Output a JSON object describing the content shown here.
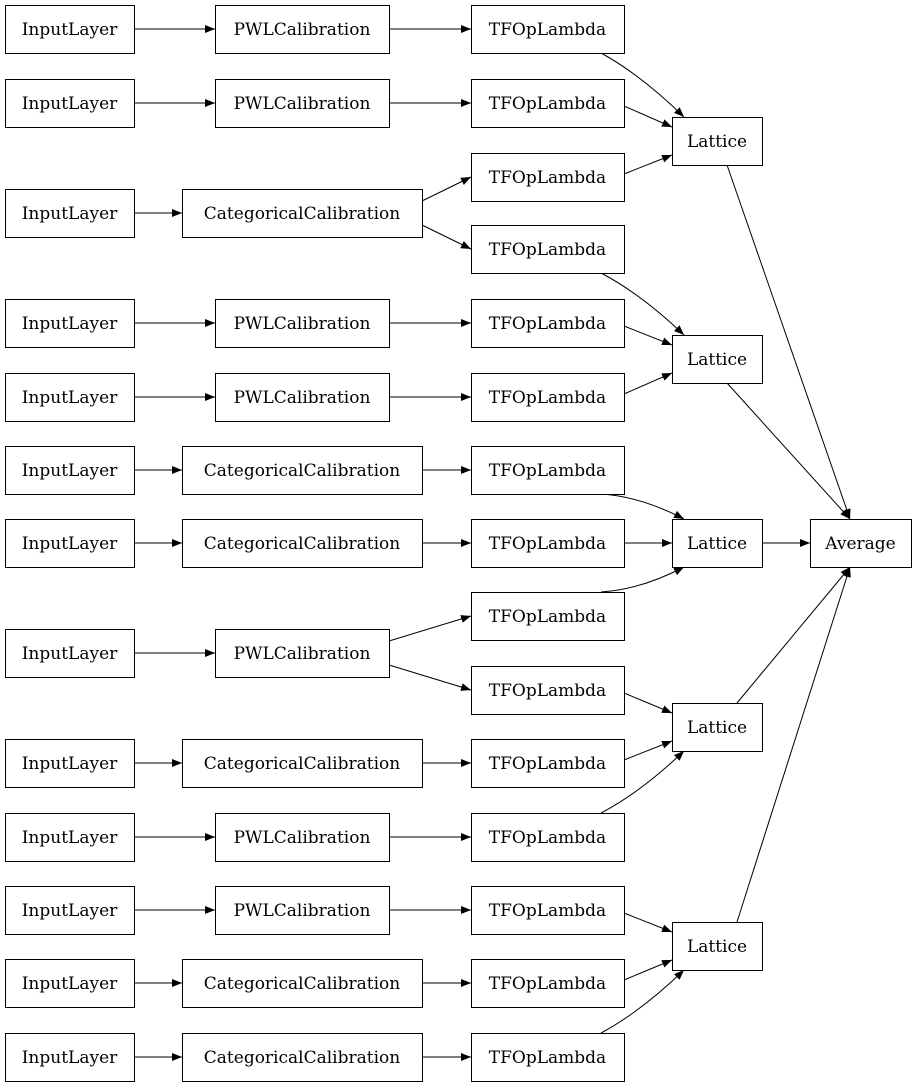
{
  "diagram": {
    "nodes": [
      {
        "id": "in1",
        "label": "InputLayer"
      },
      {
        "id": "cal1",
        "label": "PWLCalibration"
      },
      {
        "id": "tf1",
        "label": "TFOpLambda"
      },
      {
        "id": "in2",
        "label": "InputLayer"
      },
      {
        "id": "cal2",
        "label": "PWLCalibration"
      },
      {
        "id": "tf2",
        "label": "TFOpLambda"
      },
      {
        "id": "tf3",
        "label": "TFOpLambda"
      },
      {
        "id": "in3",
        "label": "InputLayer"
      },
      {
        "id": "cal3",
        "label": "CategoricalCalibration"
      },
      {
        "id": "tf4",
        "label": "TFOpLambda"
      },
      {
        "id": "in4",
        "label": "InputLayer"
      },
      {
        "id": "cal4",
        "label": "PWLCalibration"
      },
      {
        "id": "tf5",
        "label": "TFOpLambda"
      },
      {
        "id": "in5",
        "label": "InputLayer"
      },
      {
        "id": "cal5",
        "label": "PWLCalibration"
      },
      {
        "id": "tf6",
        "label": "TFOpLambda"
      },
      {
        "id": "in6",
        "label": "InputLayer"
      },
      {
        "id": "cal6",
        "label": "CategoricalCalibration"
      },
      {
        "id": "tf7",
        "label": "TFOpLambda"
      },
      {
        "id": "in7",
        "label": "InputLayer"
      },
      {
        "id": "cal7",
        "label": "CategoricalCalibration"
      },
      {
        "id": "tf8",
        "label": "TFOpLambda"
      },
      {
        "id": "tf9",
        "label": "TFOpLambda"
      },
      {
        "id": "in8",
        "label": "InputLayer"
      },
      {
        "id": "cal8",
        "label": "PWLCalibration"
      },
      {
        "id": "tf10",
        "label": "TFOpLambda"
      },
      {
        "id": "in9",
        "label": "InputLayer"
      },
      {
        "id": "cal9",
        "label": "CategoricalCalibration"
      },
      {
        "id": "tf11",
        "label": "TFOpLambda"
      },
      {
        "id": "in10",
        "label": "InputLayer"
      },
      {
        "id": "cal10",
        "label": "PWLCalibration"
      },
      {
        "id": "tf12",
        "label": "TFOpLambda"
      },
      {
        "id": "in11",
        "label": "InputLayer"
      },
      {
        "id": "cal11",
        "label": "PWLCalibration"
      },
      {
        "id": "tf13",
        "label": "TFOpLambda"
      },
      {
        "id": "in12",
        "label": "InputLayer"
      },
      {
        "id": "cal12",
        "label": "CategoricalCalibration"
      },
      {
        "id": "tf14",
        "label": "TFOpLambda"
      },
      {
        "id": "in13",
        "label": "InputLayer"
      },
      {
        "id": "cal13",
        "label": "CategoricalCalibration"
      },
      {
        "id": "lat1",
        "label": "Lattice"
      },
      {
        "id": "lat2",
        "label": "Lattice"
      },
      {
        "id": "lat3",
        "label": "Lattice"
      },
      {
        "id": "lat4",
        "label": "Lattice"
      },
      {
        "id": "lat5",
        "label": "Lattice"
      },
      {
        "id": "avg",
        "label": "Average"
      }
    ],
    "edges": [
      [
        "in1",
        "cal1"
      ],
      [
        "cal1",
        "tf1"
      ],
      [
        "tf1",
        "lat1"
      ],
      [
        "in2",
        "cal2"
      ],
      [
        "cal2",
        "tf2"
      ],
      [
        "tf2",
        "lat1"
      ],
      [
        "in3",
        "cal3"
      ],
      [
        "cal3",
        "tf3"
      ],
      [
        "tf3",
        "lat1"
      ],
      [
        "cal3",
        "tf4"
      ],
      [
        "tf4",
        "lat2"
      ],
      [
        "in4",
        "cal4"
      ],
      [
        "cal4",
        "tf5"
      ],
      [
        "tf5",
        "lat2"
      ],
      [
        "in5",
        "cal5"
      ],
      [
        "cal5",
        "tf6"
      ],
      [
        "tf6",
        "lat2"
      ],
      [
        "in6",
        "cal6"
      ],
      [
        "cal6",
        "tf7"
      ],
      [
        "tf7",
        "lat3"
      ],
      [
        "in7",
        "cal7"
      ],
      [
        "cal7",
        "tf8"
      ],
      [
        "tf8",
        "lat3"
      ],
      [
        "in8",
        "cal8"
      ],
      [
        "cal8",
        "tf9"
      ],
      [
        "tf9",
        "lat3"
      ],
      [
        "cal8",
        "tf10"
      ],
      [
        "tf10",
        "lat4"
      ],
      [
        "in9",
        "cal9"
      ],
      [
        "cal9",
        "tf11"
      ],
      [
        "tf11",
        "lat4"
      ],
      [
        "in10",
        "cal10"
      ],
      [
        "cal10",
        "tf12"
      ],
      [
        "tf12",
        "lat4"
      ],
      [
        "in11",
        "cal11"
      ],
      [
        "cal11",
        "tf13"
      ],
      [
        "tf13",
        "lat5"
      ],
      [
        "in12",
        "cal12"
      ],
      [
        "cal12",
        "tf14"
      ],
      [
        "tf14",
        "lat5"
      ],
      [
        "in13",
        "cal13"
      ],
      [
        "cal13",
        "tf15"
      ],
      [
        "tf15",
        "lat5"
      ],
      [
        "lat1",
        "avg"
      ],
      [
        "lat2",
        "avg"
      ],
      [
        "lat3",
        "avg"
      ],
      [
        "lat4",
        "avg"
      ],
      [
        "lat5",
        "avg"
      ]
    ]
  }
}
